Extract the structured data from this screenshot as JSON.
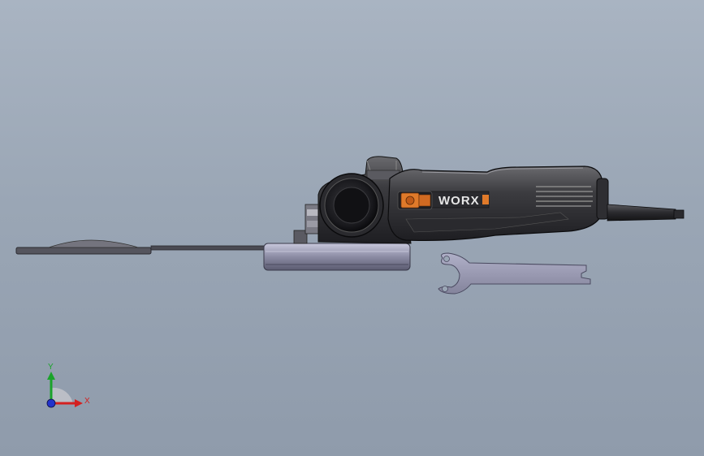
{
  "model": {
    "brand": "WORX",
    "parts": [
      "disc-guard",
      "cutting-disc",
      "grinding-disc",
      "spindle-lock-knob",
      "gear-head",
      "motor-housing",
      "power-switch",
      "power-cord",
      "pin-spanner"
    ]
  },
  "triad": {
    "y_label": "Y",
    "x_label": "X",
    "colors": {
      "x": "#d42020",
      "y": "#1aa32a",
      "z": "#2233cc"
    }
  },
  "colors": {
    "background_top": "#a9b4c2",
    "background_bottom": "#8f9bab",
    "housing": "#3a3a3c",
    "accent": "#e07a2a",
    "metal": "#8a8aa0"
  }
}
